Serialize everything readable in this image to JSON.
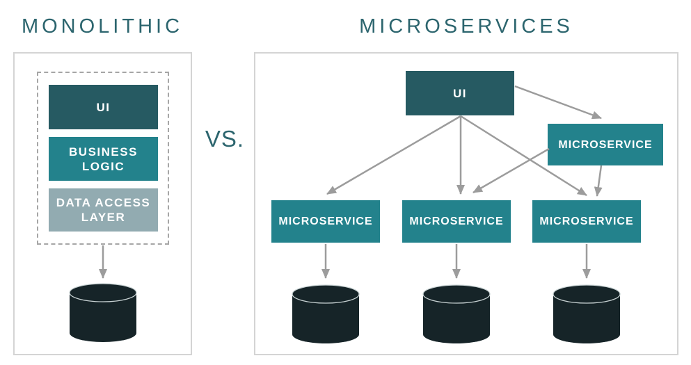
{
  "colors": {
    "dark_teal": "#265A62",
    "teal": "#23828C",
    "light_slate": "#92ABB1",
    "database_dark": "#162428",
    "arrow_gray": "#9C9C9C",
    "panel_border": "#D4D4D4",
    "dashed_border": "#A6A6A6",
    "title_teal": "#2C656E"
  },
  "left_panel": {
    "title": "MONOLITHIC",
    "layers": [
      {
        "label": "UI"
      },
      {
        "label": "BUSINESS LOGIC"
      },
      {
        "label": "DATA ACCESS LAYER"
      }
    ],
    "database_icon": "database-cylinder"
  },
  "divider": {
    "label": "VS."
  },
  "right_panel": {
    "title": "MICROSERVICES",
    "ui_box": {
      "label": "UI"
    },
    "side_service": {
      "label": "MICROSERVICE"
    },
    "bottom_services": [
      {
        "label": "MICROSERVICE"
      },
      {
        "label": "MICROSERVICE"
      },
      {
        "label": "MICROSERVICE"
      }
    ],
    "database_icon": "database-cylinder"
  }
}
